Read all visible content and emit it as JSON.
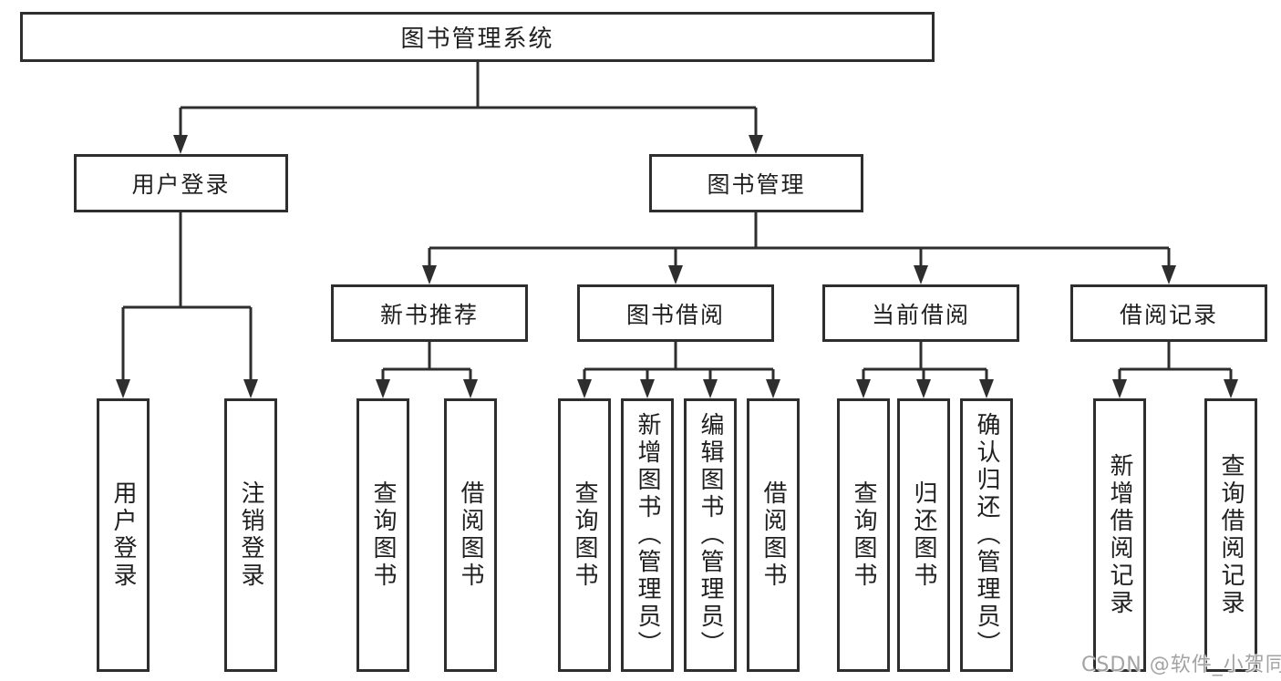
{
  "tree": {
    "label": "图书管理系统",
    "children": [
      {
        "label": "用户登录",
        "children": [
          {
            "label": "用户登录"
          },
          {
            "label": "注销登录"
          }
        ]
      },
      {
        "label": "图书管理",
        "children": [
          {
            "label": "新书推荐",
            "children": [
              {
                "label": "查询图书"
              },
              {
                "label": "借阅图书"
              }
            ]
          },
          {
            "label": "图书借阅",
            "children": [
              {
                "label": "查询图书"
              },
              {
                "label": "新增图书（管理员）"
              },
              {
                "label": "编辑图书（管理员）"
              },
              {
                "label": "借阅图书"
              }
            ]
          },
          {
            "label": "当前借阅",
            "children": [
              {
                "label": "查询图书"
              },
              {
                "label": "归还图书"
              },
              {
                "label": "确认归还（管理员）"
              }
            ]
          },
          {
            "label": "借阅记录",
            "children": [
              {
                "label": "新增借阅记录"
              },
              {
                "label": "查询借阅记录"
              }
            ]
          }
        ]
      }
    ]
  },
  "watermark": {
    "text": "CSDN @软件_小贺同学"
  },
  "colors": {
    "line": "#2e2e2e",
    "text": "#1f1f1f",
    "box_background": "#ffffff",
    "watermark": "#969696"
  }
}
